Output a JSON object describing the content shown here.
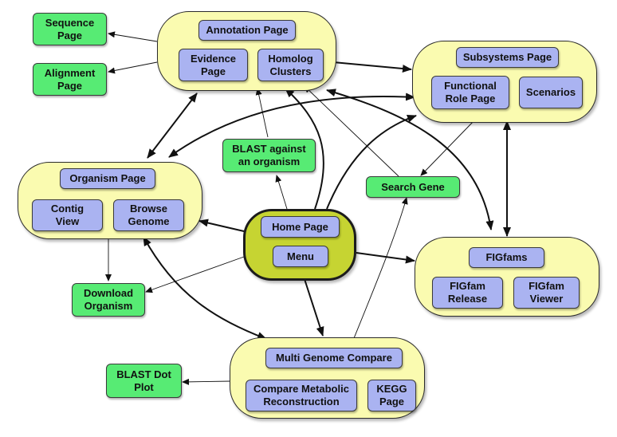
{
  "containers": {
    "annotation": {
      "title": "Annotation Page",
      "items": [
        "Evidence\nPage",
        "Homolog\nClusters"
      ]
    },
    "subsystems": {
      "title": "Subsystems Page",
      "items": [
        "Functional\nRole Page",
        "Scenarios"
      ]
    },
    "organism": {
      "title": "Organism Page",
      "items": [
        "Contig\nView",
        "Browse\nGenome"
      ]
    },
    "home": {
      "title": "Home Page",
      "items": [
        "Menu"
      ]
    },
    "figfams": {
      "title": "FIGfams",
      "items": [
        "FIGfam\nRelease",
        "FIGfam\nViewer"
      ]
    },
    "multi_genome": {
      "title": "Multi Genome Compare",
      "items": [
        "Compare Metabolic\nReconstruction",
        "KEGG\nPage"
      ]
    }
  },
  "standalone": {
    "sequence_page": "Sequence\nPage",
    "alignment_page": "Alignment\nPage",
    "blast_organism": "BLAST against\nan organism",
    "search_gene": "Search Gene",
    "download_organism": "Download\nOrganism",
    "blast_dot_plot": "BLAST Dot\nPlot"
  },
  "colors": {
    "container_fill": "#fafbb0",
    "home_fill": "#c6d432",
    "page_box": "#aab3f1",
    "action_box": "#57eb74",
    "edge": "#111111"
  }
}
